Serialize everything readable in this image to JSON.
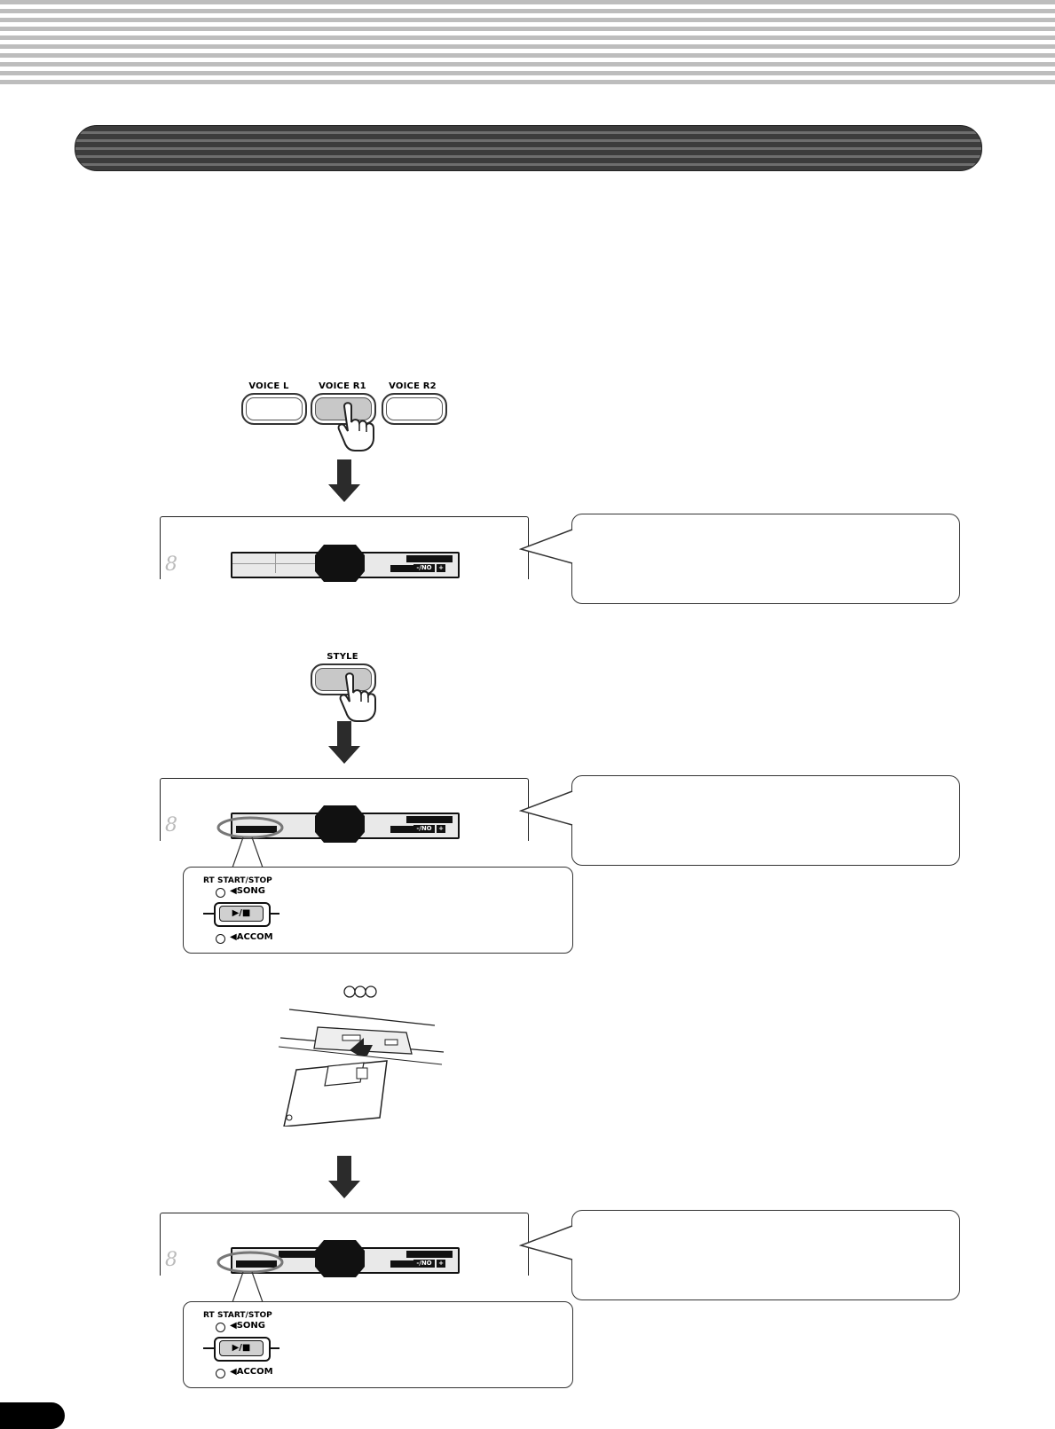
{
  "panel": {
    "voice_buttons": [
      "VOICE L",
      "VOICE R1",
      "VOICE R2"
    ],
    "style_button": "STYLE"
  },
  "display": {
    "no_label": "-/NO",
    "plus_label": "+"
  },
  "indicator": {
    "start_stop_prefix": "RT",
    "start_stop_label": "START/STOP",
    "song_label": "SONG",
    "play_stop_symbol": "▶/■",
    "accomp_label": "ACCOM"
  }
}
